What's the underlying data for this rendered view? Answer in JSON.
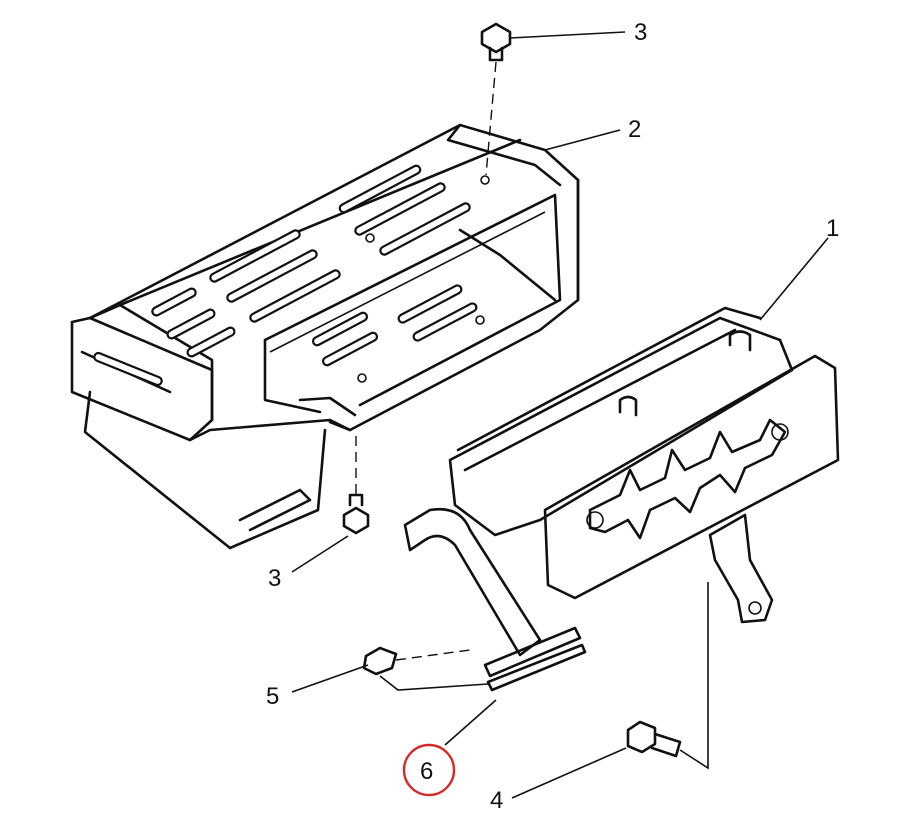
{
  "callouts": [
    {
      "id": "3",
      "label": "3"
    },
    {
      "id": "2",
      "label": "2"
    },
    {
      "id": "1",
      "label": "1"
    },
    {
      "id": "3b",
      "label": "3"
    },
    {
      "id": "5",
      "label": "5"
    },
    {
      "id": "6",
      "label": "6"
    },
    {
      "id": "4",
      "label": "4"
    }
  ],
  "highlight": {
    "callout": "6",
    "color": "#d42a2a"
  }
}
